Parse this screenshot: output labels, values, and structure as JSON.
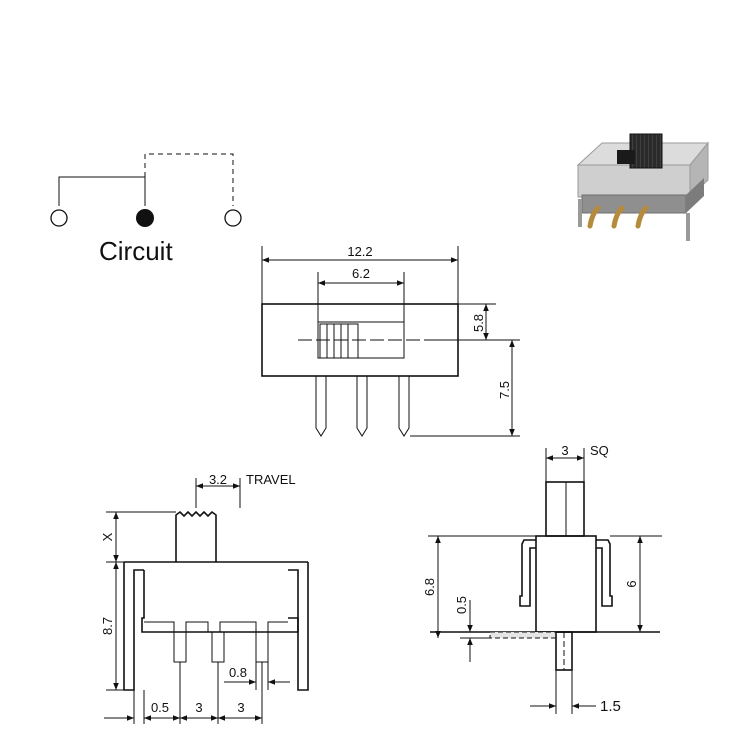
{
  "circuit": {
    "title": "Circuit"
  },
  "top_view": {
    "width_overall": "12.2",
    "width_actuator_window": "6.2",
    "height_body": "5.8",
    "pin_length": "7.5"
  },
  "side_view": {
    "travel_value": "3.2",
    "travel_label": "TRAVEL",
    "actuator_height": "X",
    "overall_height": "8.7",
    "pin_width": "0.8",
    "pin_offset": "0.5",
    "pitch_1": "3",
    "pitch_2": "3"
  },
  "end_view": {
    "actuator_size_value": "3",
    "actuator_size_label": "SQ",
    "body_height": "6.8",
    "bracket_height": "6",
    "pin_thickness": "0.5",
    "pin_pitch": "1.5"
  },
  "colors": {
    "line": "#111111",
    "background": "#ffffff"
  }
}
